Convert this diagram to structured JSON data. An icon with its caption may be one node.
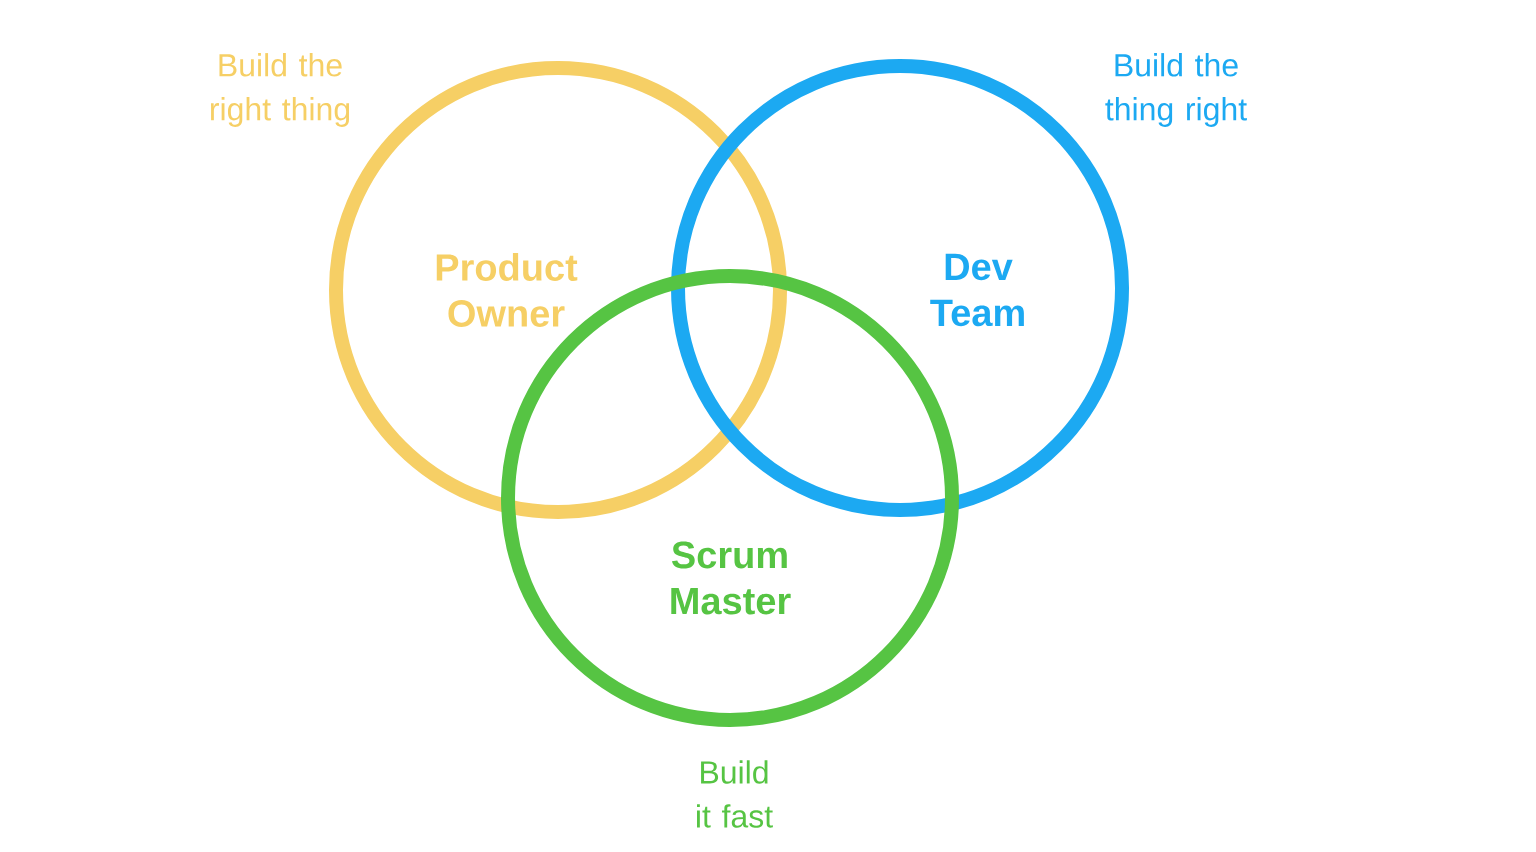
{
  "diagram": {
    "nodes": [
      {
        "text": [
          "Product Owner"
        ],
        "beside": [
          "Build the right thing"
        ]
      },
      {
        "text": [
          "Dev Team"
        ],
        "beside": [
          "Build the thing right"
        ]
      },
      {
        "text": [
          "Scrum Master"
        ],
        "beside": [
          "Build it fast"
        ]
      }
    ]
  }
}
